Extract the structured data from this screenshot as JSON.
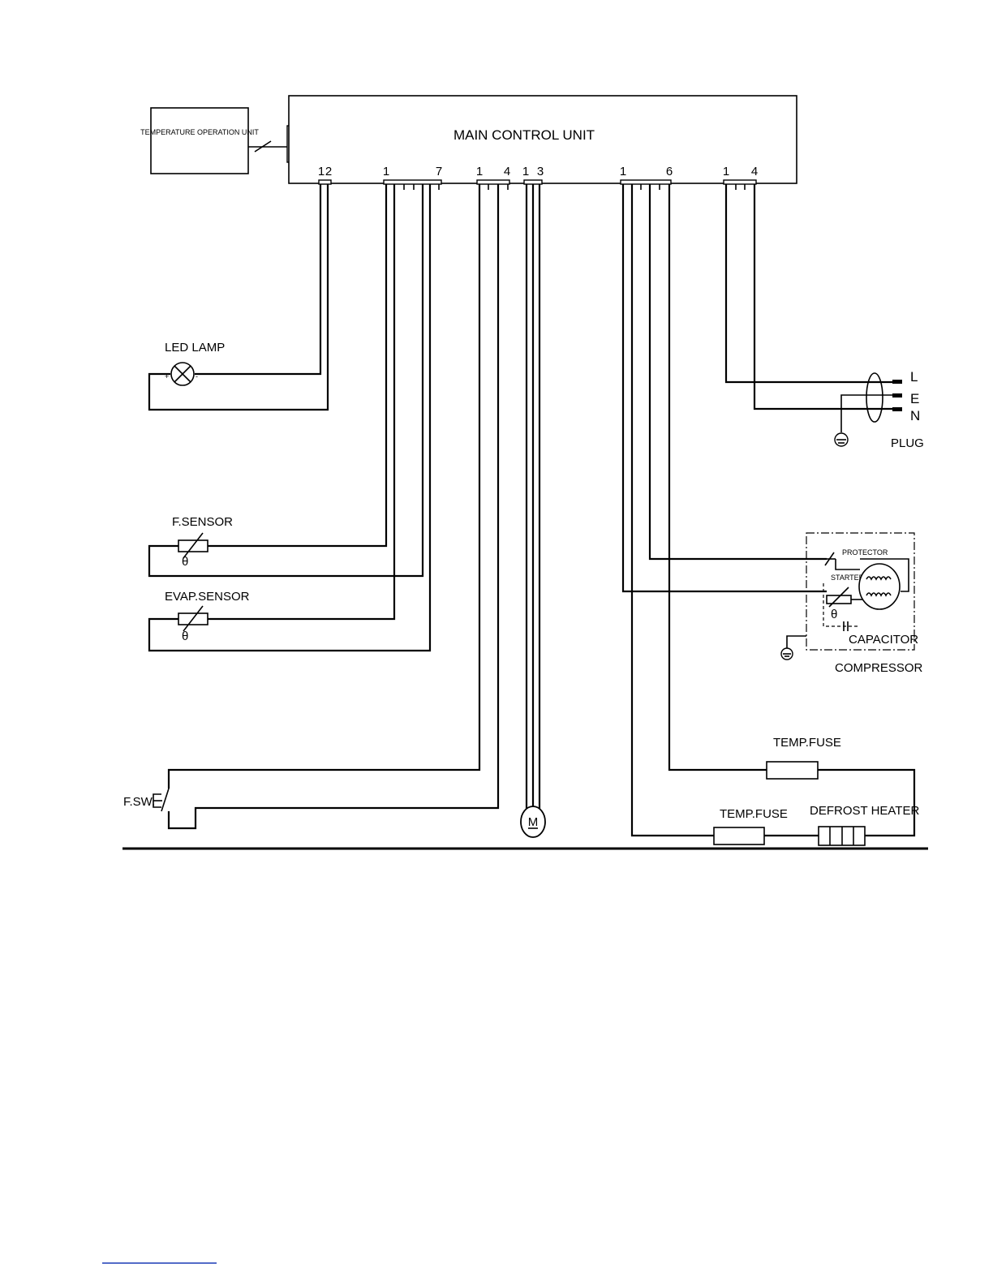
{
  "units": {
    "temperature_operation_unit": "TEMPERATURE OPERATION UNIT",
    "main_control_unit": "MAIN CONTROL UNIT"
  },
  "pins": {
    "lamp_connector": [
      "1",
      "2"
    ],
    "sensor_connector": [
      "1",
      "7"
    ],
    "switch_connector": [
      "1",
      "4"
    ],
    "motor_connector": [
      "1",
      "3"
    ],
    "compressor_connector": [
      "1",
      "6"
    ],
    "power_connector": [
      "1",
      "4"
    ]
  },
  "components": {
    "led_lamp": "LED LAMP",
    "led_plus": "+",
    "led_minus": "-",
    "f_sensor": "F.SENSOR",
    "evap_sensor": "EVAP.SENSOR",
    "theta": "θ",
    "f_switch": "F.SW.",
    "motor": "M",
    "protector": "PROTECTOR",
    "starter": "STARTER",
    "capacitor": "CAPACITOR",
    "compressor": "COMPRESSOR",
    "temp_fuse_upper": "TEMP.FUSE",
    "temp_fuse_lower": "TEMP.FUSE",
    "defrost_heater": "DEFROST HEATER",
    "plug": "PLUG",
    "plug_l": "L",
    "plug_e": "E",
    "plug_n": "N"
  }
}
